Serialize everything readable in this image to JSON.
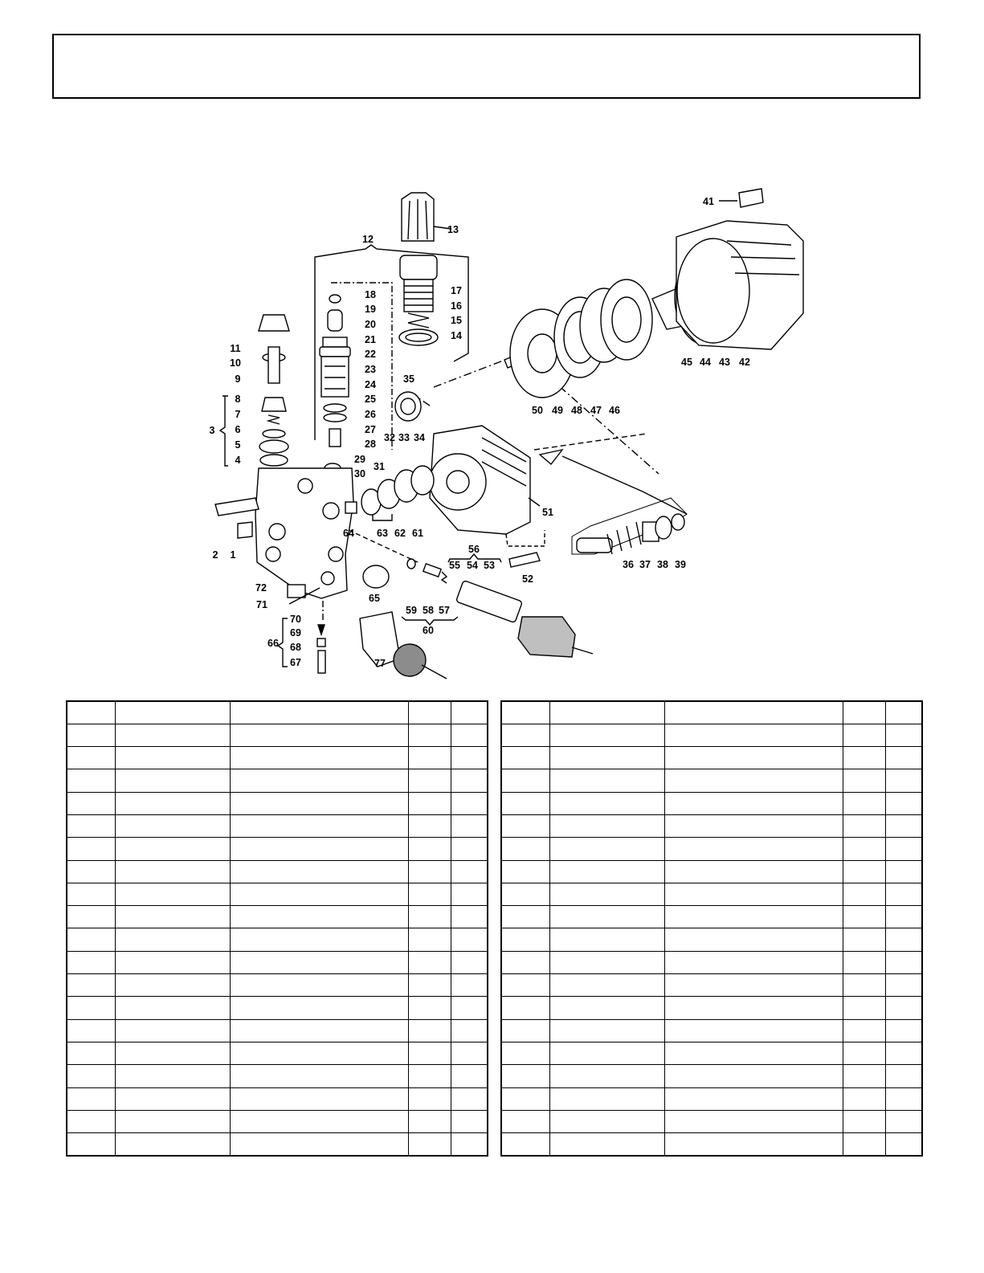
{
  "callouts": {
    "c1": "1",
    "c2": "2",
    "c3": "3",
    "c4": "4",
    "c5": "5",
    "c6": "6",
    "c7": "7",
    "c8": "8",
    "c9": "9",
    "c10": "10",
    "c11": "11",
    "c12": "12",
    "c13": "13",
    "c14": "14",
    "c15": "15",
    "c16": "16",
    "c17": "17",
    "c18": "18",
    "c19": "19",
    "c20": "20",
    "c21": "21",
    "c22": "22",
    "c23": "23",
    "c24": "24",
    "c25": "25",
    "c26": "26",
    "c27": "27",
    "c28": "28",
    "c29": "29",
    "c30": "30",
    "c31": "31",
    "c32": "32",
    "c33": "33",
    "c34": "34",
    "c35": "35",
    "c36": "36",
    "c37": "37",
    "c38": "38",
    "c39": "39",
    "c41": "41",
    "c42": "42",
    "c43": "43",
    "c44": "44",
    "c45": "45",
    "c46": "46",
    "c47": "47",
    "c48": "48",
    "c49": "49",
    "c50": "50",
    "c51": "51",
    "c52": "52",
    "c53": "53",
    "c54": "54",
    "c55": "55",
    "c56": "56",
    "c57": "57",
    "c58": "58",
    "c59": "59",
    "c60": "60",
    "c61": "61",
    "c62": "62",
    "c63": "63",
    "c64": "64",
    "c65": "65",
    "c66": "66",
    "c67": "67",
    "c68": "68",
    "c69": "69",
    "c70": "70",
    "c71": "71",
    "c72": "72",
    "c77": "77"
  },
  "colors": {
    "line": "#000000",
    "part_fill": "#ffffff",
    "shade": "#bfbfbf",
    "dark_shade": "#8c8c8c"
  }
}
